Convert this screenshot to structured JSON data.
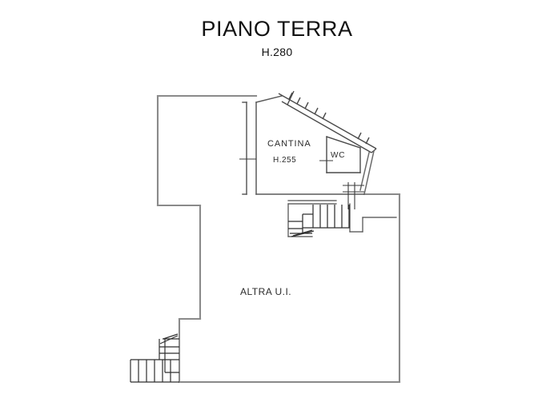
{
  "sheet": {
    "title": "PIANO TERRA",
    "subtitle": "H.280",
    "background_color": "#ffffff",
    "wall_color": "#8a8a8a",
    "detail_color": "#3a3a3a",
    "text_color": "#2b2b2b"
  },
  "rooms": [
    {
      "id": "cantina",
      "label": "CANTINA",
      "height_label": "H.255",
      "kind": "cellar"
    },
    {
      "id": "wc",
      "label": "WC",
      "height_label": "",
      "kind": "bathroom"
    },
    {
      "id": "altra_ui",
      "label": "ALTRA U.I.",
      "height_label": "",
      "kind": "other-unit"
    }
  ],
  "drawing": {
    "type": "floor-plan",
    "units": "cm",
    "features": [
      "perimeter-walls",
      "diagonal-wall-with-windows",
      "interior-staircase",
      "exterior-entry-steps",
      "door-openings"
    ]
  }
}
